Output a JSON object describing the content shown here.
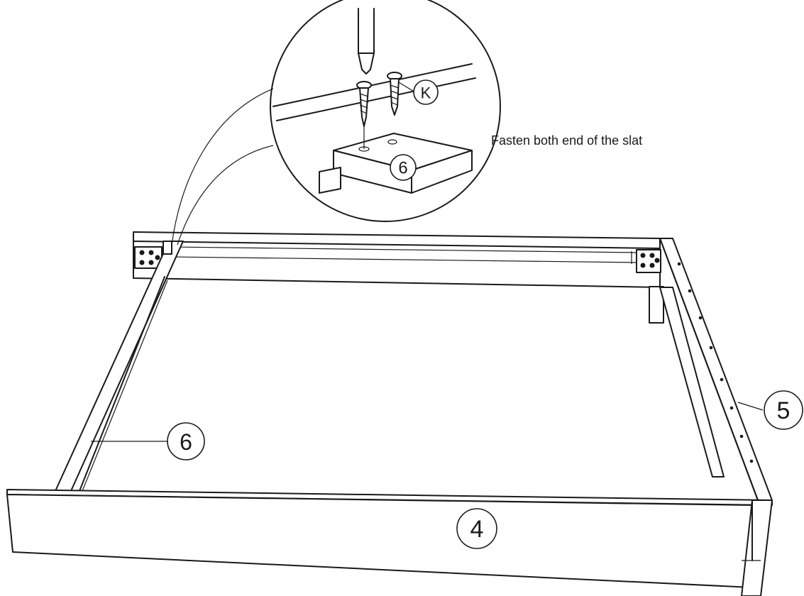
{
  "instruction": "Fasten both end of the slat",
  "callouts": {
    "slat_detail": "6",
    "screw": "K",
    "slat": "6",
    "front_rail": "4",
    "side_rail": "5"
  }
}
